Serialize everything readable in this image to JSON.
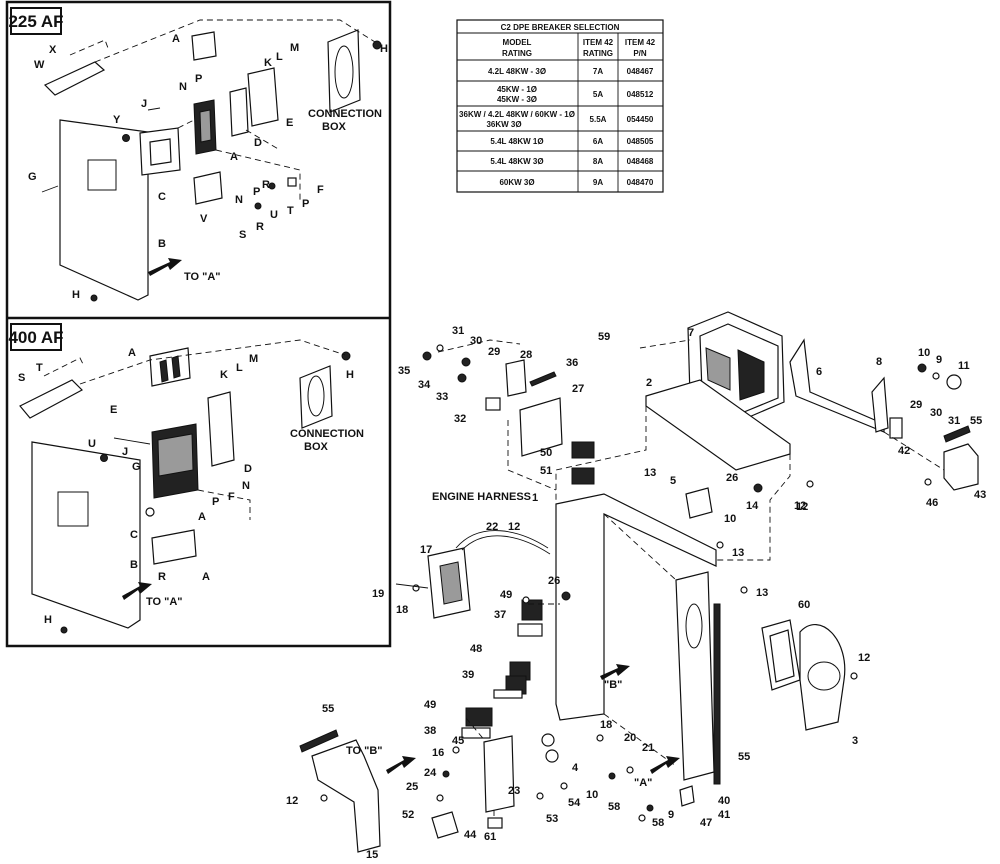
{
  "insets": {
    "inset_225": {
      "title": "225 AF",
      "connection_box": [
        "CONNECTION",
        "BOX"
      ],
      "to_a": "TO \"A\"",
      "letters": [
        "A",
        "X",
        "W",
        "J",
        "N",
        "P",
        "K",
        "L",
        "M",
        "H",
        "Y",
        "G",
        "C",
        "D",
        "E",
        "A",
        "V",
        "S",
        "R",
        "N",
        "P",
        "R",
        "U",
        "T",
        "P",
        "F",
        "B",
        "H"
      ]
    },
    "inset_400": {
      "title": "400 AF",
      "connection_box": [
        "CONNECTION",
        "BOX"
      ],
      "to_a": "TO \"A\"",
      "letters": [
        "A",
        "K",
        "L",
        "M",
        "H",
        "S",
        "T",
        "E",
        "U",
        "J",
        "G",
        "F",
        "N",
        "P",
        "D",
        "A",
        "C",
        "B",
        "R",
        "A",
        "H"
      ]
    }
  },
  "selection_table": {
    "title": "C2 DPE BREAKER SELECTION",
    "headers": [
      [
        "MODEL",
        "RATING"
      ],
      [
        "ITEM 42",
        "RATING"
      ],
      [
        "ITEM 42",
        "P/N"
      ]
    ],
    "rows": [
      {
        "model": [
          "4.2L 48KW - 3Ø"
        ],
        "rating": "7A",
        "pn": "048467"
      },
      {
        "model": [
          "45KW - 1Ø",
          "45KW - 3Ø"
        ],
        "rating": "5A",
        "pn": "048512"
      },
      {
        "model": [
          "36KW / 4.2L 48KW / 60KW - 1Ø",
          "36KW 3Ø"
        ],
        "rating": "5.5A",
        "pn": "054450"
      },
      {
        "model": [
          "5.4L 48KW 1Ø"
        ],
        "rating": "6A",
        "pn": "048505"
      },
      {
        "model": [
          "5.4L 48KW 3Ø"
        ],
        "rating": "8A",
        "pn": "048468"
      },
      {
        "model": [
          "60KW 3Ø"
        ],
        "rating": "9A",
        "pn": "048470"
      }
    ]
  },
  "main_assembly": {
    "engine_harness": "ENGINE HARNESS",
    "to_b": "TO \"B\"",
    "ref_b": "\"B\"",
    "ref_a": "\"A\"",
    "callouts": [
      "31",
      "30",
      "29",
      "28",
      "36",
      "35",
      "34",
      "33",
      "32",
      "27",
      "59",
      "7",
      "2",
      "6",
      "8",
      "10",
      "9",
      "11",
      "50",
      "51",
      "13",
      "5",
      "26",
      "14",
      "12",
      "10",
      "29",
      "30",
      "31",
      "55",
      "42",
      "43",
      "46",
      "12",
      "22",
      "1",
      "17",
      "13",
      "12",
      "19",
      "18",
      "26",
      "49",
      "37",
      "13",
      "60",
      "12",
      "48",
      "39",
      "49",
      "38",
      "45",
      "16",
      "24",
      "25",
      "52",
      "55",
      "12",
      "15",
      "18",
      "20",
      "21",
      "4",
      "23",
      "54",
      "53",
      "10",
      "58",
      "44",
      "61",
      "9",
      "47",
      "58",
      "40",
      "41",
      "55",
      "3"
    ]
  }
}
